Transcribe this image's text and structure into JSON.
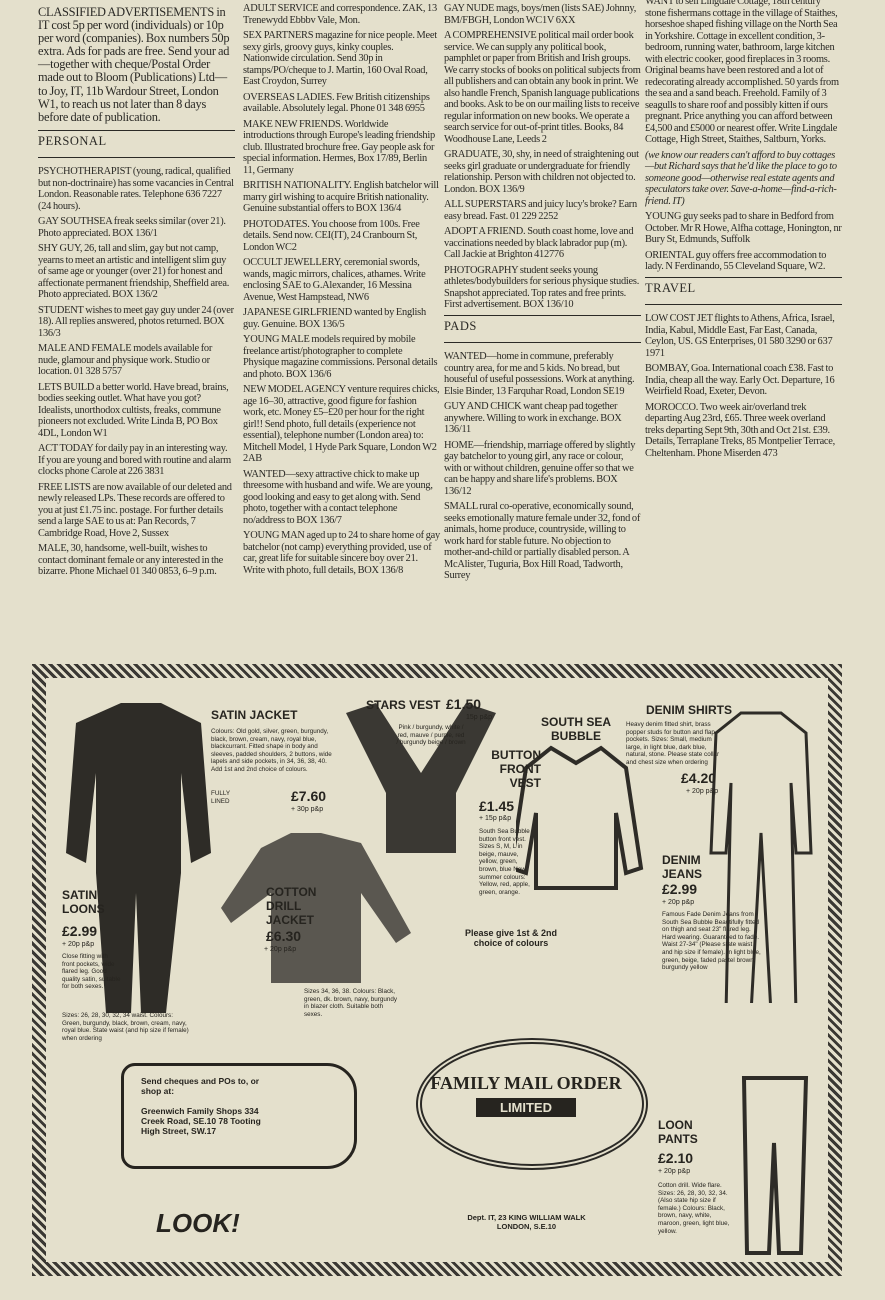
{
  "col1": {
    "intro": "CLASSIFIED ADVERTISEMENTS in IT cost 5p per word (individuals) or 10p per word (companies). Box numbers 50p extra. Ads for pads are free. Send your ad—together with cheque/Postal Order made out to Bloom (Publications) Ltd—to Joy, IT, 11b Wardour Street, London W1, to reach us not later than 8 days before date of publication.",
    "section": "PERSONAL",
    "ads": [
      "PSYCHOTHERAPIST (young, radical, qualified but non-doctrinaire) has some vacancies in Central London. Reasonable rates. Telephone 636 7227 (24 hours).",
      "GAY SOUTHSEA freak seeks similar (over 21). Photo appreciated. BOX 136/1",
      "SHY GUY, 26, tall and slim, gay but not camp, yearns to meet an artistic and intelligent slim guy of same age or younger (over 21) for honest and affectionate permanent friendship, Sheffield area. Photo appreciated. BOX 136/2",
      "STUDENT wishes to meet gay guy under 24 (over 18). All replies answered, photos returned. BOX 136/3",
      "MALE AND FEMALE models available for nude, glamour and physique work. Studio or location. 01 328 5757",
      "LETS BUILD a better world. Have bread, brains, bodies seeking outlet. What have you got? Idealists, unorthodox cultists, freaks, commune pioneers not excluded. Write Linda B, PO Box 4DL, London W1",
      "ACT TODAY for daily pay in an interesting way. If you are young and bored with routine and alarm clocks phone Carole at 226 3831",
      "FREE LISTS are now available of our deleted and newly released LPs. These records are offered to you at just £1.75 inc. postage. For further details send a large SAE to us at: Pan Records, 7 Cambridge Road, Hove 2, Sussex",
      "MALE, 30, handsome, well-built, wishes to contact dominant female or any interested in the bizarre. Phone Michael 01 340 0853, 6–9 p.m."
    ]
  },
  "col2": {
    "ads": [
      "ADULT SERVICE and correspondence. ZAK, 13 Trenewydd Ebbbv Vale, Mon.",
      "SEX PARTNERS magazine for nice people. Meet sexy girls, groovy guys, kinky couples. Nationwide circulation. Send 30p in stamps/PO/cheque to J. Martin, 160 Oval Road, East Croydon, Surrey",
      "OVERSEAS LADIES. Few British citizenships available. Absolutely legal. Phone 01 348 6955",
      "MAKE NEW FRIENDS. Worldwide introductions through Europe's leading friendship club. Illustrated brochure free. Gay people ask for special information. Hermes, Box 17/89, Berlin 11, Germany",
      "BRITISH NATIONALITY. English batchelor will marry girl wishing to acquire British nationality. Genuine substantial offers to BOX 136/4",
      "PHOTODATES. You choose from 100s. Free details. Send now. CEI(IT), 24 Cranbourn St, London WC2",
      "OCCULT JEWELLERY, ceremonial swords, wands, magic mirrors, chalices, athames. Write enclosing SAE to G.Alexander, 16 Messina Avenue, West Hampstead, NW6",
      "JAPANESE GIRLFRIEND wanted by English guy. Genuine. BOX 136/5",
      "YOUNG MALE models required by mobile freelance artist/photographer to complete Physique magazine commissions. Personal details and photo. BOX 136/6",
      "NEW MODEL AGENCY venture requires chicks, age 16–30, attractive, good figure for fashion work, etc. Money £5–£20 per hour for the right girl!! Send photo, full details (experience not essential), telephone number (London area) to: Mitchell Model, 1 Hyde Park Square, London W2 2AB",
      "WANTED—sexy attractive chick to make up threesome with husband and wife. We are young, good looking and easy to get along with. Send photo, together with a contact telephone no/address to BOX 136/7",
      "YOUNG MAN aged up to 24 to share home of gay batchelor (not camp) everything provided, use of car, great life for suitable sincere boy over 21. Write with photo, full details, BOX 136/8"
    ]
  },
  "col3": {
    "ads": [
      "GAY NUDE mags, boys/men (lists SAE) Johnny, BM/FBGH, London WC1V 6XX",
      "A COMPREHENSIVE political mail order book service. We can supply any political book, pamphlet or paper from British and Irish groups. We carry stocks of books on political subjects from all publishers and can obtain any book in print. We also handle French, Spanish language publications and books. Ask to be on our mailing lists to receive regular information on new books. We operate a search service for out-of-print titles. Books, 84 Woodhouse Lane, Leeds 2",
      "GRADUATE, 30, shy, in need of straightening out seeks girl graduate or undergraduate for friendly relationship. Person with children not objected to. London. BOX 136/9",
      "ALL SUPERSTARS and juicy lucy's broke? Earn easy bread. Fast. 01 229 2252",
      "ADOPT A FRIEND. South coast home, love and vaccinations needed by black labrador pup (m). Call Jackie at Brighton 412776",
      "PHOTOGRAPHY student seeks young athletes/bodybuilders for serious physique studies. Snapshot appreciated. Top rates and free prints. First advertisement. BOX 136/10"
    ],
    "section": "PADS",
    "pads": [
      "WANTED—home in commune, preferably country area, for me and 5 kids. No bread, but houseful of useful possessions. Work at anything. Elsie Binder, 13 Farquhar Road, London SE19",
      "GUY AND CHICK want cheap pad together anywhere. Willing to work in exchange. BOX 136/11",
      "HOME—friendship, marriage offered by slightly gay batchelor to young girl, any race or colour, with or without children, genuine offer so that we can be happy and share life's problems. BOX 136/12",
      "SMALL rural co-operative, economically sound, seeks emotionally mature female under 32, fond of animals, home produce, countryside, willing to work hard for stable future. No objection to mother-and-child or partially disabled person. A McAlister, Tuguria, Box Hill Road, Tadworth, Surrey"
    ]
  },
  "col4": {
    "ads": [
      "WANT to sell Lingdale Cottage, 18th century stone fishermans cottage in the village of Staithes, horseshoe shaped fishing village on the North Sea in Yorkshire. Cottage in excellent condition, 3-bedroom, running water, bathroom, large kitchen with electric cooker, good fireplaces in 3 rooms. Original beams have been restored and a lot of redecorating already accomplished. 50 yards from the sea and a sand beach. Freehold. Family of 3 seagulls to share roof and possibly kitten if ours pregnant. Price anything you can afford between £4,500 and £5000 or nearest offer. Write Lingdale Cottage, High Street, Staithes, Saltburn, Yorks."
    ],
    "editor_note": "(we know our readers can't afford to buy cottages—but Richard says that he'd like the place to go to someone good—otherwise real estate agents and speculators take over. Save-a-home—find-a-rich-friend. IT)",
    "ads2": [
      "YOUNG guy seeks pad to share in Bedford from October. Mr R Howe, Alfha cottage, Honington, nr Bury St, Edmunds, Suffolk",
      "ORIENTAL guy offers free accommodation to lady. N Ferdinando, 55 Cleveland Square, W2."
    ],
    "section": "TRAVEL",
    "travel": [
      "LOW COST JET flights to Athens, Africa, Israel, India, Kabul, Middle East, Far East, Canada, Ceylon, US. GS Enterprises, 01 580 3290 or 637 1971",
      "BOMBAY, Goa. International coach £38. Fast to India, cheap all the way. Early Oct. Departure, 16 Weirfield Road, Exeter, Devon.",
      "MOROCCO. Two week air/overland trek departing Aug 23rd, £65. Three week overland treks departing Sept 9th, 30th and Oct 21st. £39. Details, Terraplane Treks, 85 Montpelier Terrace, Cheltenham. Phone Miserden 473"
    ]
  },
  "advert": {
    "satin_jacket": {
      "name": "SATIN JACKET",
      "desc": "Colours: Old gold, silver, green, burgundy, black, brown, cream, navy, royal blue, blackcurrant. Fitted shape in body and sleeves, padded shoulders, 2 buttons, wide lapels and side pockets, in 34, 36, 38, 40. Add 1st and 2nd choice of colours.",
      "lined": "FULLY LINED",
      "price": "£7.60",
      "pp": "+ 30p p&p"
    },
    "stars_vest": {
      "name": "STARS VEST",
      "price": "£1.50",
      "pp": "15p p&p",
      "desc": "Pink / burgundy, white / red, mauve / purple, red / burgundy beige / brown"
    },
    "south_sea": {
      "name": "SOUTH SEA BUBBLE"
    },
    "button_vest": {
      "name": "BUTTON FRONT VEST",
      "price": "£1.45",
      "pp": "+ 15p p&p",
      "desc": "South Sea Bubble button front vest. Sizes S, M, L in beige, mauve, yellow, green, brown, blue New summer colours: Yellow, red, apple, green, orange."
    },
    "denim_shirts": {
      "name": "DENIM SHIRTS",
      "desc": "Heavy denim fitted shirt, brass popper studs for button and flap pockets. Sizes: Small, medium large, in light blue, dark blue, natural, stone. Please state collar and chest size when ordering",
      "price": "£4.20",
      "pp": "+ 20p p&p"
    },
    "satin_loons": {
      "name": "SATIN LOONS",
      "price": "£2.99",
      "pp": "+ 20p p&p",
      "desc": "Close fitting with front pockets, wide flared leg. Good quality satin, suitable for both sexes.",
      "sizes": "Sizes: 26, 28, 30, 32, 34 waist. Colours: Green, burgundy, black, brown, cream, navy, royal blue. State waist (and hip size if female) when ordering"
    },
    "cotton_jacket": {
      "name": "COTTON DRILL JACKET",
      "price": "£6.30",
      "pp": "+ 20p p&p",
      "desc": "Sizes 34, 36, 38. Colours: Black, green, dk. brown, navy, burgundy in blazer cloth. Suitable both sexes."
    },
    "denim_jeans": {
      "name": "DENIM JEANS",
      "price": "£2.99",
      "pp": "+ 20p p&p",
      "desc": "Famous Fade Denim Jeans from South Sea Bubble Beautifully fitted on thigh and seat 23\" flared leg. Hard wearing. Guaranteed to fade. Waist 27-34\" (Please state waist and hip size if female). In light blue, green, beige, faded pastel brown, burgundy yellow"
    },
    "choice": "Please give 1st & 2nd choice of colours",
    "logo": "FAMILY MAIL ORDER",
    "limited": "LIMITED",
    "address": "Dept. IT, 23 KING WILLIAM WALK LONDON, S.E.10",
    "cheques": "Send cheques and POs to, or shop at:",
    "shop": "Greenwich Family Shops 334 Creek Road, SE.10 78 Tooting High Street, SW.17",
    "look": "LOOK!",
    "loon_pants": {
      "name": "LOON PANTS",
      "price": "£2.10",
      "pp": "+ 20p p&p",
      "desc": "Cotton drill. Wide flare. Sizes: 26, 28, 30, 32, 34. (Also state hip size if female.) Colours: Black, brown, navy, white, maroon, green, light blue, yellow."
    }
  }
}
